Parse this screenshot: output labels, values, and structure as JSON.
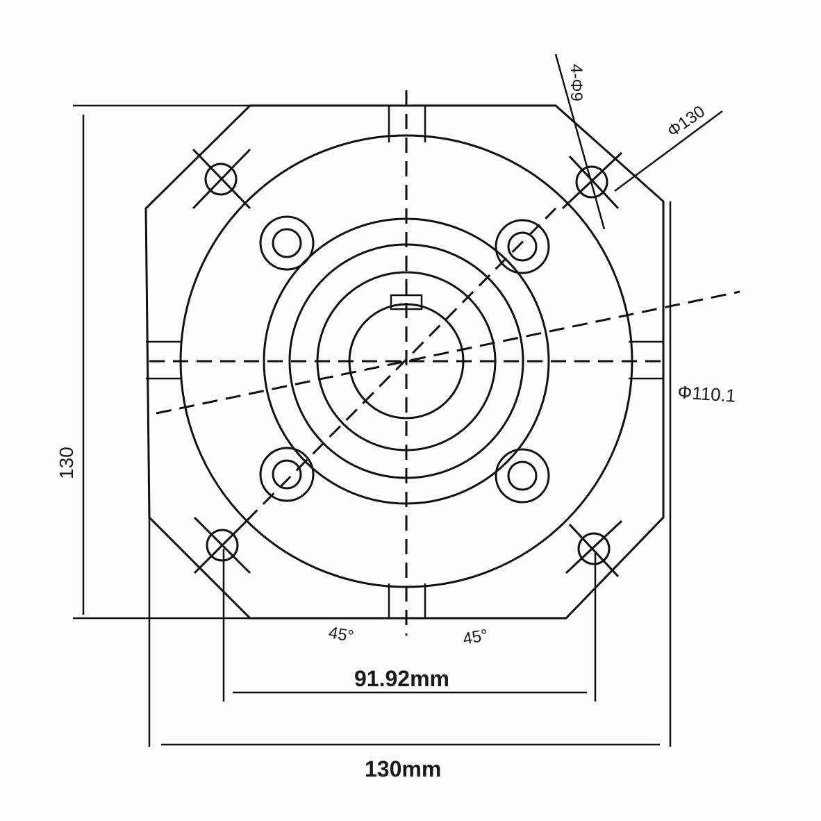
{
  "drawing": {
    "hole_callout": "4-Φ9",
    "bolt_circle_dim": "Φ130",
    "pilot_dim": "Φ110.1",
    "height_dim": "130",
    "angle_left": "45°",
    "angle_right": "45°",
    "hole_spacing_dim": "91.92mm",
    "width_dim": "130mm"
  }
}
